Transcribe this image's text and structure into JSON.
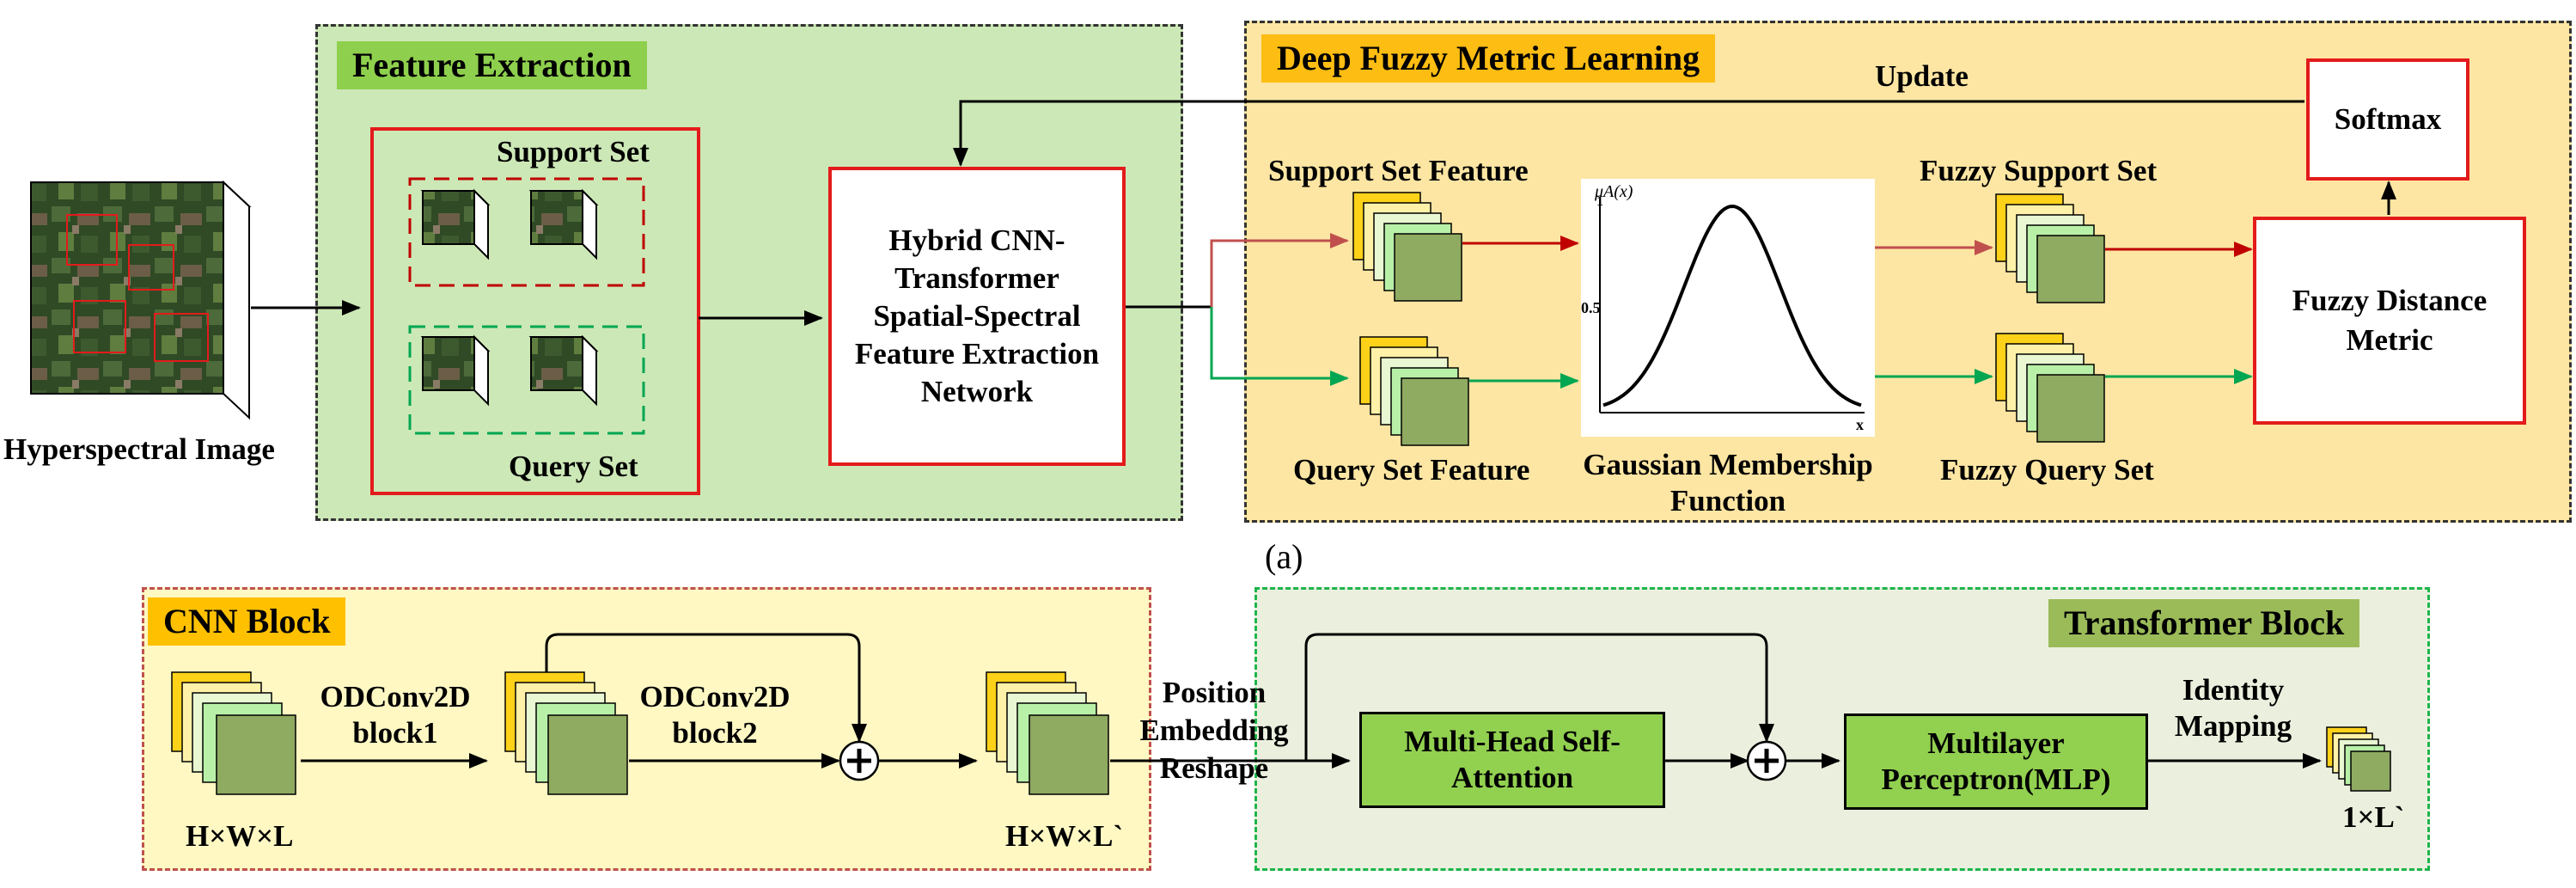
{
  "colors": {
    "fe_panel_bg": "#cde8b7",
    "fe_tag_bg": "#8ed04d",
    "dfml_panel_bg": "#fde6a3",
    "dfml_tag_bg": "#fdbd12",
    "cnn_panel_bg": "#fff8c3",
    "cnn_tag_bg": "#ffc000",
    "tr_panel_bg": "#ebf0de",
    "tr_tag_bg": "#9bbb59",
    "red_border": "#e31b1b",
    "green_box": "#92d050",
    "feature_map_front": "#8faa61"
  },
  "top": {
    "input_label": "Hyperspectral Image",
    "feature_extraction": {
      "title": "Feature Extraction",
      "support_set": "Support Set",
      "query_set": "Query Set",
      "network_label": "Hybrid CNN-Transformer Spatial-Spectral Feature Extraction Network"
    },
    "dfml": {
      "title": "Deep Fuzzy Metric Learning",
      "update": "Update",
      "support_feature": "Support Set Feature",
      "query_feature": "Query Set Feature",
      "gaussian_label": "Gaussian Membership Function",
      "fuzzy_support": "Fuzzy Support Set",
      "fuzzy_query": "Fuzzy Query Set",
      "softmax": "Softmax",
      "fuzzy_distance": "Fuzzy Distance Metric"
    },
    "gaussian_plot": {
      "y_axis_label": "μA(x)",
      "y_tick_top": "1",
      "y_tick_mid": "0.5",
      "x_axis_label": "x"
    },
    "caption": "(a)"
  },
  "bottom": {
    "cnn_block": {
      "title": "CNN Block",
      "input_dim": "H×W×L",
      "block1": "ODConv2D block1",
      "block2": "ODConv2D block2",
      "output_dim": "H×W×L`"
    },
    "position_embedding": "Position Embedding Reshape",
    "transformer_block": {
      "title": "Transformer Block",
      "mhsa": "Multi-Head Self-Attention",
      "mlp": "Multilayer Perceptron(MLP)",
      "identity": "Identity Mapping",
      "output_dim": "1×L`"
    }
  }
}
